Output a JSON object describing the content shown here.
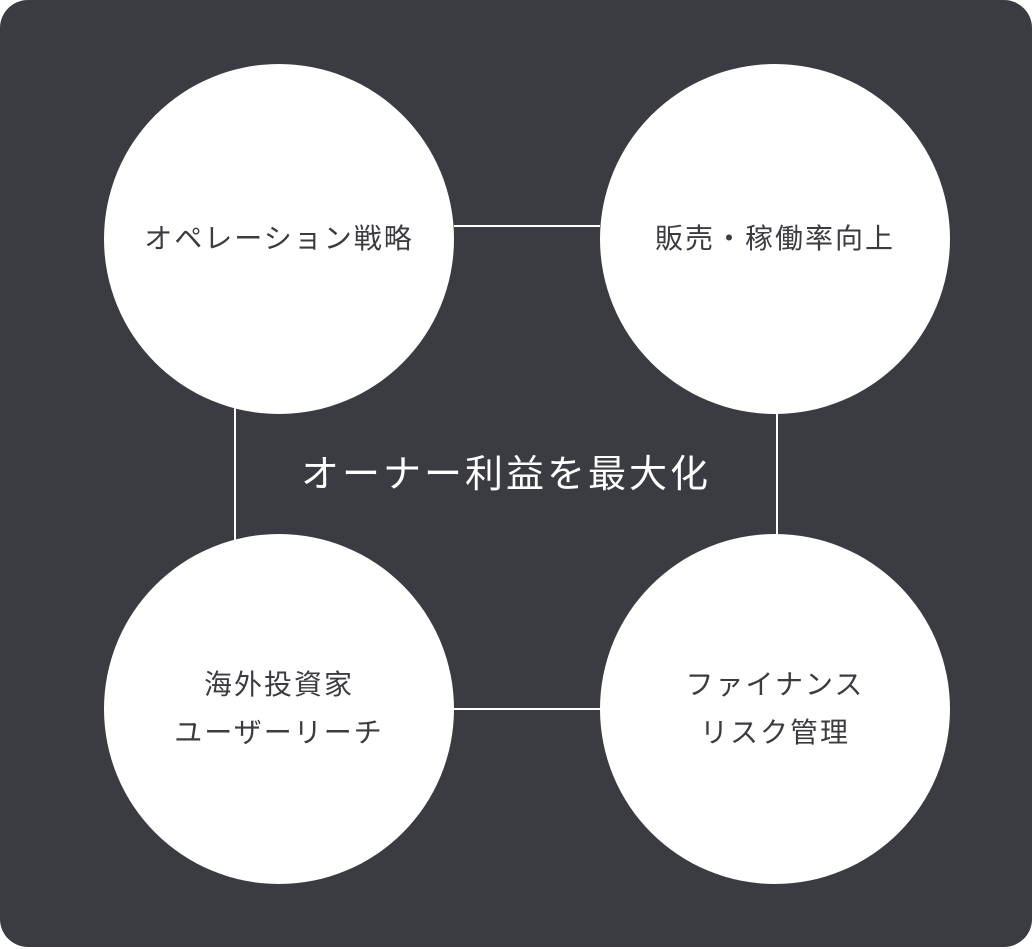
{
  "diagram": {
    "center_title": "オーナー利益を最大化",
    "nodes": [
      {
        "label": "オペレーション戦略"
      },
      {
        "label": "販売・稼働率向上"
      },
      {
        "label": "海外投資家\nユーザーリーチ"
      },
      {
        "label": "ファイナンス\nリスク管理"
      }
    ],
    "colors": {
      "background": "#3b3c42",
      "node_fill": "#ffffff",
      "node_text": "#3b3c42",
      "connector": "#ffffff",
      "title_text": "#ffffff"
    }
  }
}
